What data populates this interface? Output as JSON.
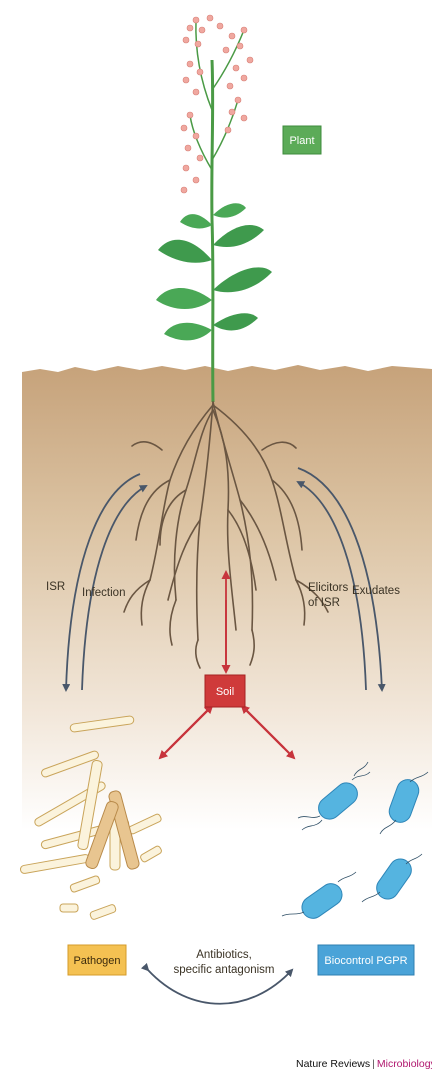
{
  "nodes": {
    "plant": "Plant",
    "soil": "Soil",
    "pathogen": "Pathogen",
    "biocontrol": "Biocontrol PGPR"
  },
  "edges": {
    "isr": "ISR",
    "infection": "Infection",
    "exudates": "Exudates",
    "elicitors_line1": "Elicitors",
    "elicitors_line2": "of ISR",
    "antibiotics_line1": "Antibiotics,",
    "antibiotics_line2": "specific antagonism"
  },
  "credit": {
    "journal": "Nature Reviews",
    "separator": "|",
    "section": "Microbiology"
  },
  "colors": {
    "plant_box": "#5cab58",
    "soil_box": "#cf3a3a",
    "pathogen_box": "#f4c152",
    "biocontrol_box": "#4aa3d8",
    "ground": "#c9a77e",
    "root": "#6a5642",
    "arrow_dark": "#49576a",
    "arrow_red": "#c7343c"
  }
}
